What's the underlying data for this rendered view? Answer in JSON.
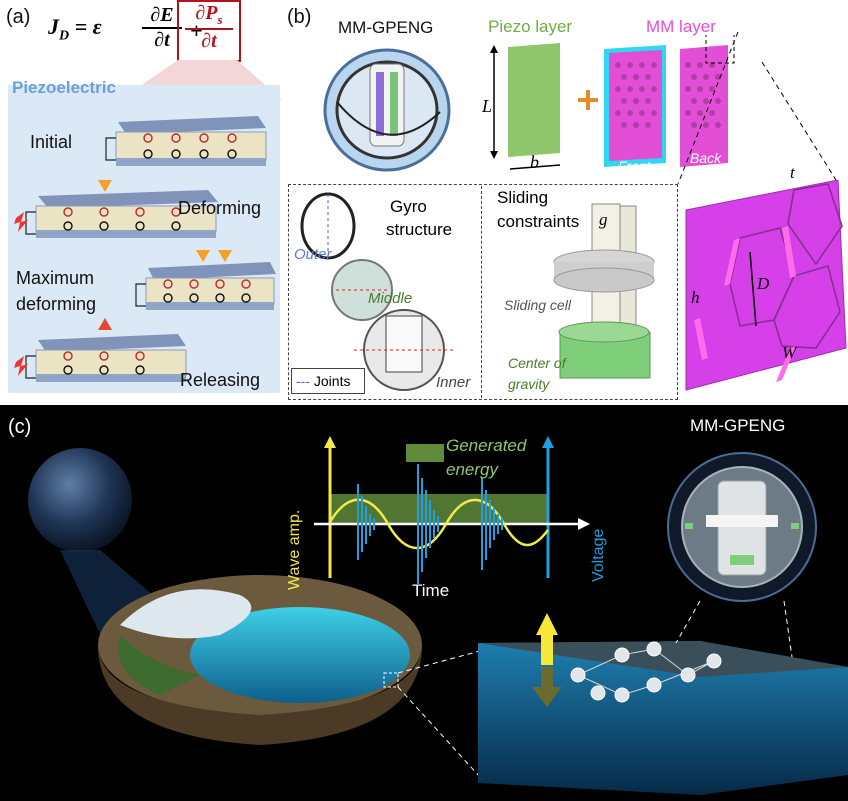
{
  "panel_a": {
    "label": "(a)",
    "equation": {
      "lhs": "J",
      "lhs_sub": "D",
      "eq": "= ε",
      "term1_num": "∂E",
      "term1_den": "∂t",
      "plus": "+",
      "term2_num": "∂P",
      "term2_sub": "s",
      "term2_den": "∂t"
    },
    "section_title": "Piezoelectric",
    "stages": [
      "Initial",
      "Deforming",
      "Maximum",
      "deforming",
      "Releasing"
    ]
  },
  "panel_b": {
    "label": "(b)",
    "device_title": "MM-GPENG",
    "piezo_layer": "Piezo layer",
    "mm_layer": "MM layer",
    "dim_L": "L",
    "dim_b": "b",
    "front": "Front",
    "back": "Back",
    "gyro_title_1": "Gyro",
    "gyro_title_2": "structure",
    "outer": "Outer",
    "middle": "Middle",
    "inner": "Inner",
    "joints": "Joints",
    "sliding_title_1": "Sliding",
    "sliding_title_2": "constraints",
    "dim_g": "g",
    "sliding_cell": "Sliding cell",
    "center_1": "Center of",
    "center_2": "gravity",
    "dim_t": "t",
    "dim_h": "h",
    "dim_D": "D",
    "dim_W": "W"
  },
  "panel_c": {
    "label": "(c)",
    "device_title": "MM-GPENG",
    "generated_1": "Generated",
    "generated_2": "energy",
    "wave_axis": "Wave amp.",
    "voltage_axis": "Voltage",
    "time_axis": "Time"
  },
  "colors": {
    "accent_red": "#b1131d",
    "piezo_blue": "#6aa1d6",
    "piezo_green": "#8fc66b",
    "mm_magenta": "#e24fd6",
    "wave_yellow": "#f2e94a",
    "voltage_blue": "#1f9fe0",
    "energy_green": "#5f8b3a"
  }
}
